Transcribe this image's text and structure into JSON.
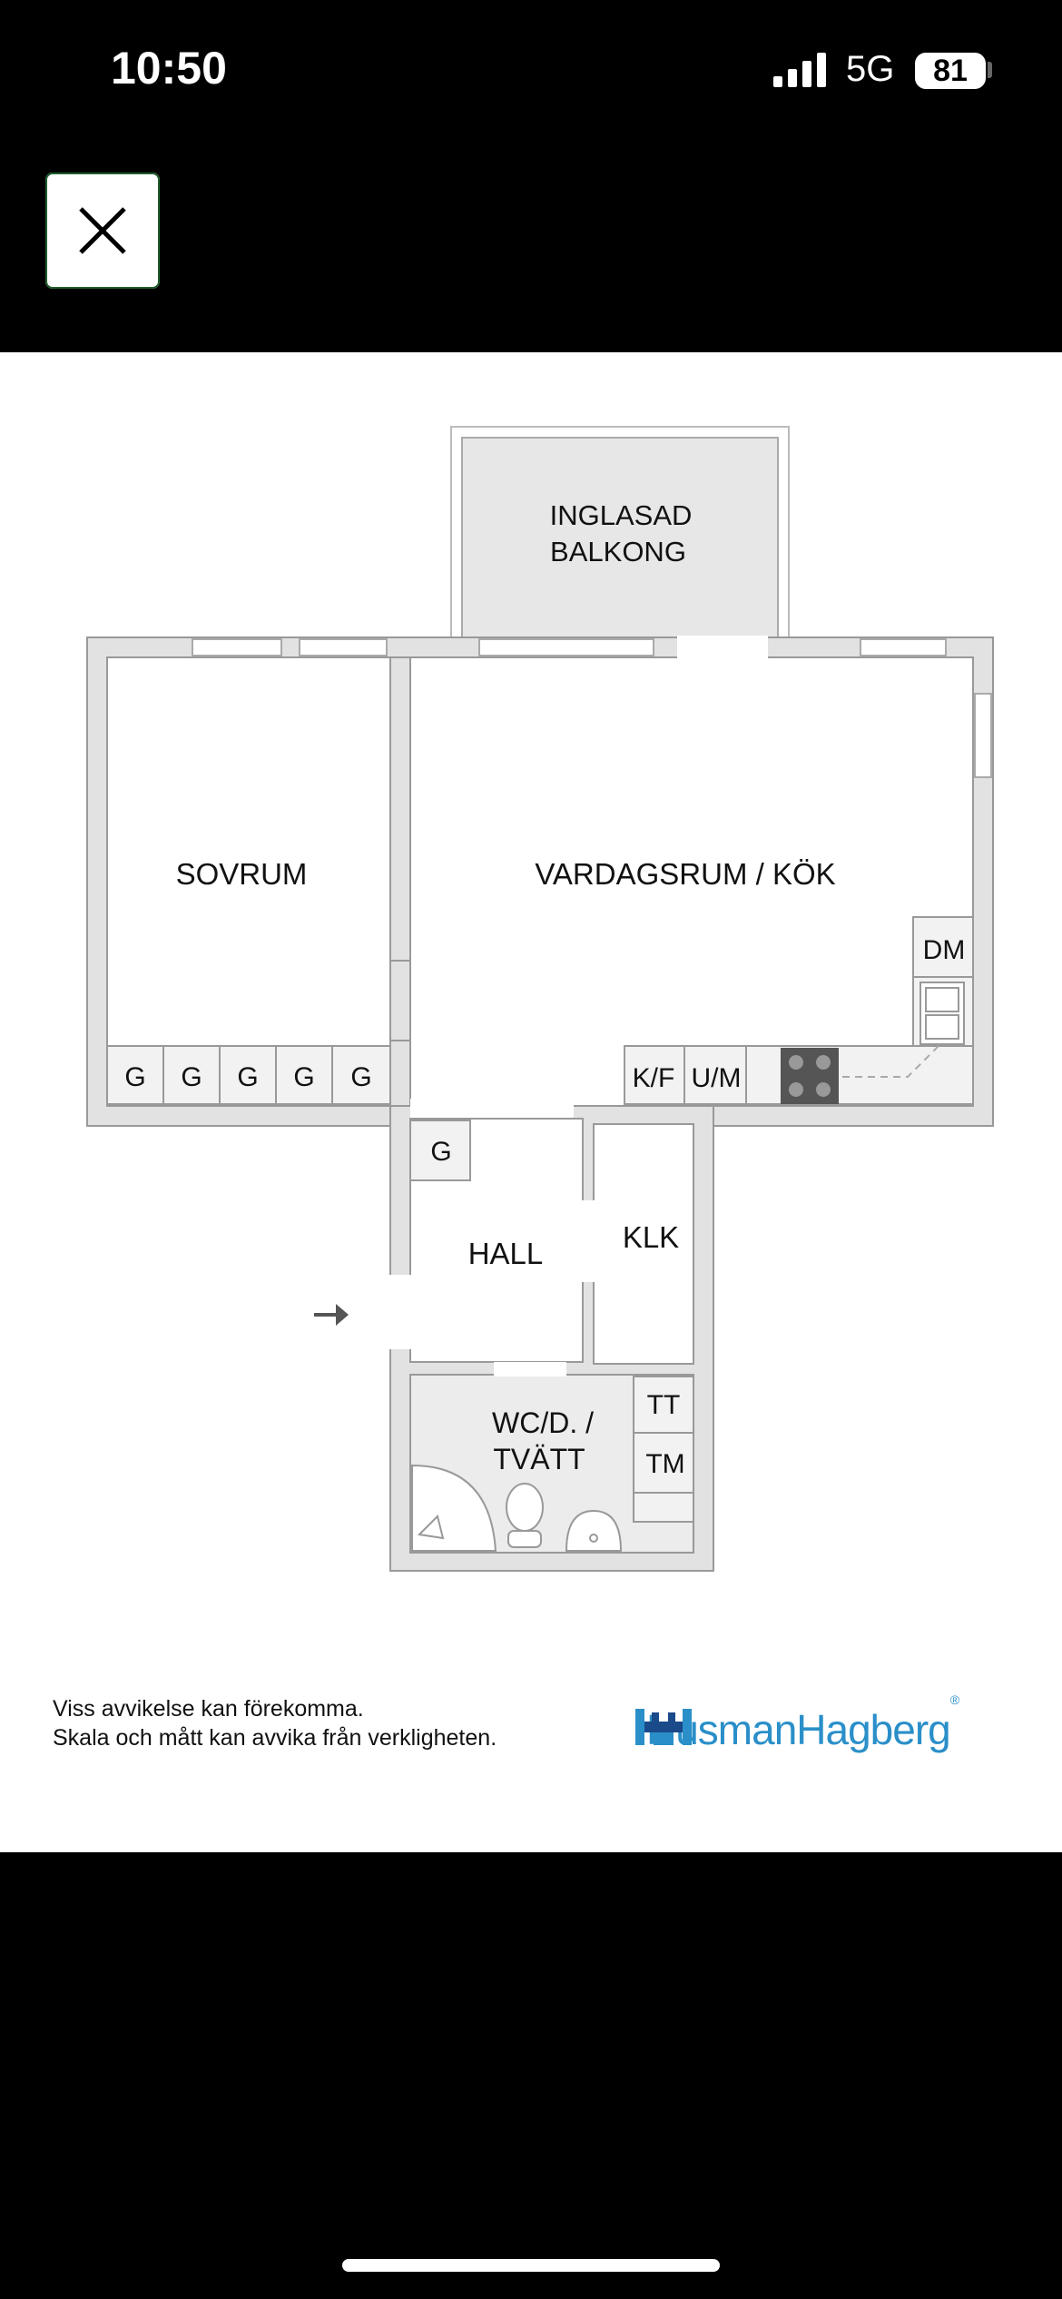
{
  "status_bar": {
    "time": "10:50",
    "network": "5G",
    "battery": "81"
  },
  "close_button": {
    "icon": "close-icon"
  },
  "floorplan": {
    "rooms": {
      "balcony_line1": "INGLASAD",
      "balcony_line2": "BALKONG",
      "bedroom": "SOVRUM",
      "living": "VARDAGSRUM / KÖK",
      "hall": "HALL",
      "closet": "KLK",
      "bath_line1": "WC/D. /",
      "bath_line2": "TVÄTT"
    },
    "labels": {
      "wardrobe": "G",
      "dishwasher": "DM",
      "fridge_freezer": "K/F",
      "microwave_oven": "U/M",
      "dryer": "TT",
      "washer": "TM"
    }
  },
  "disclaimer": {
    "line1": "Viss avvikelse kan förekomma.",
    "line2": "Skala och mått kan avvika från verkligheten."
  },
  "brand": {
    "name": "HusmanHagberg",
    "reg": "®",
    "color": "#2a8fc9"
  }
}
